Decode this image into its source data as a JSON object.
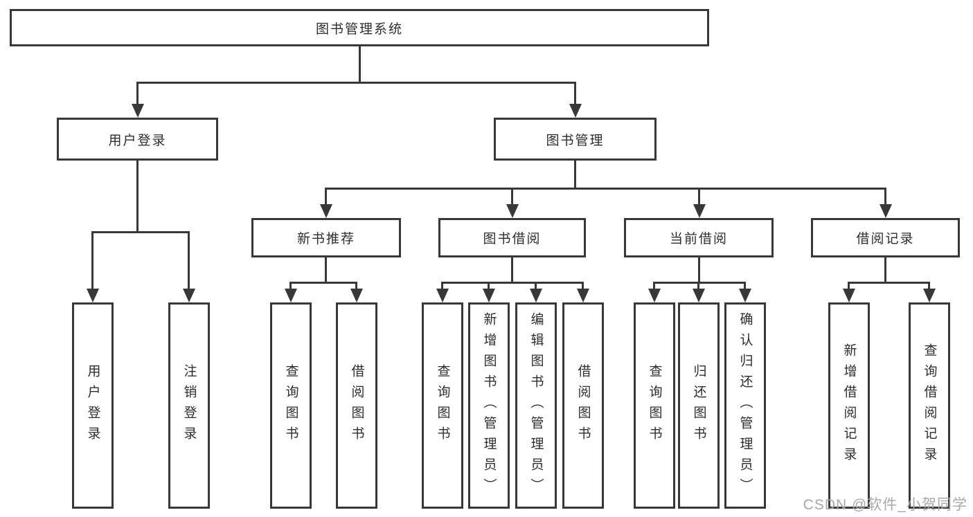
{
  "diagram": {
    "title": "图书管理系统",
    "level2": {
      "user_login": "用户登录",
      "book_mgmt": "图书管理"
    },
    "level3": {
      "new_book_rec": "新书推荐",
      "book_borrow": "图书借阅",
      "current_borrow": "当前借阅",
      "borrow_records": "借阅记录"
    },
    "leaves": {
      "user_login": "用户登录",
      "logout": "注销登录",
      "nbr_query_book": "查询图书",
      "nbr_borrow_book": "借阅图书",
      "bb_query_book": "查询图书",
      "bb_add_book": "新增图书（管理员）",
      "bb_edit_book": "编辑图书（管理员）",
      "bb_borrow_book": "借阅图书",
      "cb_query_book": "查询图书",
      "cb_return_book": "归还图书",
      "cb_confirm_return": "确认归还（管理员）",
      "br_add_record": "新增借阅记录",
      "br_query_record": "查询借阅记录"
    }
  },
  "watermark": "CSDN @软件_小贺同学",
  "colors": {
    "line": "#383838",
    "text": "#2d2d2d",
    "watermark": "#a8a8a8",
    "background": "#ffffff"
  }
}
